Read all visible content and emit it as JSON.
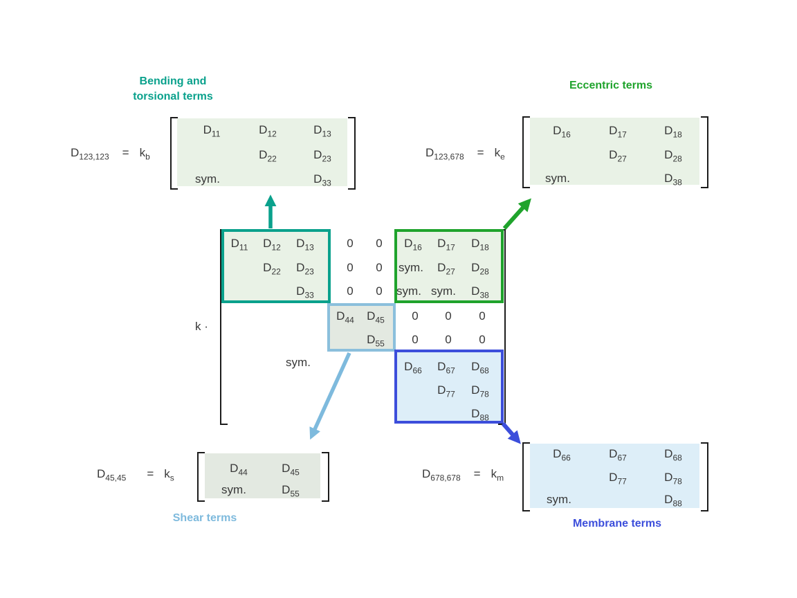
{
  "colors": {
    "teal": "#0AA18C",
    "green": "#1FA32C",
    "light_blue": "#7EBADD",
    "shear_border_blue": "#8BBFDC",
    "royal_blue": "#3C4EDB",
    "fill_light_green": "#E9F2E6",
    "fill_gray_green": "#E3E9E1",
    "fill_light_blue": "#DDEEF8",
    "text": "#3A3A3A",
    "bracket": "#1C1C1C"
  },
  "headings": {
    "bending": "Bending and\ntorsional terms",
    "eccentric": "Eccentric terms",
    "shear": "Shear terms",
    "membrane": "Membrane terms"
  },
  "equations": {
    "bending": {
      "lhs": "D_123,123",
      "eq": "=",
      "rhs": "k_b"
    },
    "eccentric": {
      "lhs": "D_123,678",
      "eq": "=",
      "rhs": "k_e"
    },
    "shear": {
      "lhs": "D_45,45",
      "eq": "=",
      "rhs": "k_s"
    },
    "membrane": {
      "lhs": "D_678,678",
      "eq": "=",
      "rhs": "k_m"
    },
    "center_scalar": "k ·"
  },
  "bending_matrix": {
    "r1c1": "D_11",
    "r1c2": "D_12",
    "r1c3": "D_13",
    "r2c2": "D_22",
    "r2c3": "D_23",
    "r3c1": "sym.",
    "r3c3": "D_33"
  },
  "eccentric_matrix": {
    "r1c1": "D_16",
    "r1c2": "D_17",
    "r1c3": "D_18",
    "r2c2": "D_27",
    "r2c3": "D_28",
    "r3c1": "sym.",
    "r3c3": "D_38"
  },
  "shear_matrix": {
    "r1c1": "D_44",
    "r1c2": "D_45",
    "r2c1": "sym.",
    "r2c2": "D_55"
  },
  "membrane_matrix": {
    "r1c1": "D_66",
    "r1c2": "D_67",
    "r1c3": "D_68",
    "r2c2": "D_77",
    "r2c3": "D_78",
    "r3c1": "sym.",
    "r3c3": "D_88"
  },
  "center_matrix": {
    "r1": {
      "c1": "D_11",
      "c2": "D_12",
      "c3": "D_13",
      "c4": "0",
      "c5": "0",
      "c6": "D_16",
      "c7": "D_17",
      "c8": "D_18"
    },
    "r2": {
      "c2": "D_22",
      "c3": "D_23",
      "c4": "0",
      "c5": "0",
      "c6": "sym.",
      "c7": "D_27",
      "c8": "D_28"
    },
    "r3": {
      "c3": "D_33",
      "c4": "0",
      "c5": "0",
      "c6": "sym.",
      "c7": "sym.",
      "c8": "D_38"
    },
    "r4": {
      "c4": "D_44",
      "c5": "D_45",
      "c6": "0",
      "c7": "0",
      "c8": "0"
    },
    "r5": {
      "c5": "D_55",
      "c6": "0",
      "c7": "0",
      "c8": "0"
    },
    "r6": {
      "c6": "D_66",
      "c7": "D_67",
      "c8": "D_68"
    },
    "r7": {
      "c7": "D_77",
      "c8": "D_78"
    },
    "r8": {
      "c8": "D_88"
    },
    "sym_label": "sym."
  }
}
